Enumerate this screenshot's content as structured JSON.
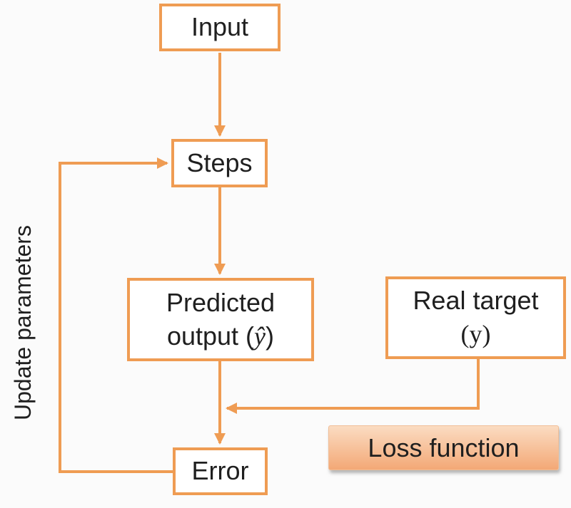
{
  "colors": {
    "accent": "#EF9C53",
    "text": "#1F1F1F",
    "background": "#FBFBFB",
    "box-fill": "#FFFFFF",
    "loss-grad-top": "#FBDCC2",
    "loss-grad-bottom": "#F3A876",
    "loss-border": "#F0BE97"
  },
  "diagram": {
    "nodes": {
      "input": {
        "label": "Input"
      },
      "steps": {
        "label": "Steps"
      },
      "predicted_output": {
        "line1": "Predicted",
        "line2_prefix": "output (",
        "line2_math": "ŷ",
        "line2_suffix": ")"
      },
      "real_target": {
        "line1": "Real target",
        "line2_math": "(y)"
      },
      "error": {
        "label": "Error"
      },
      "loss_function": {
        "label": "Loss function"
      }
    },
    "feedback_edge_label": "Update parameters"
  }
}
